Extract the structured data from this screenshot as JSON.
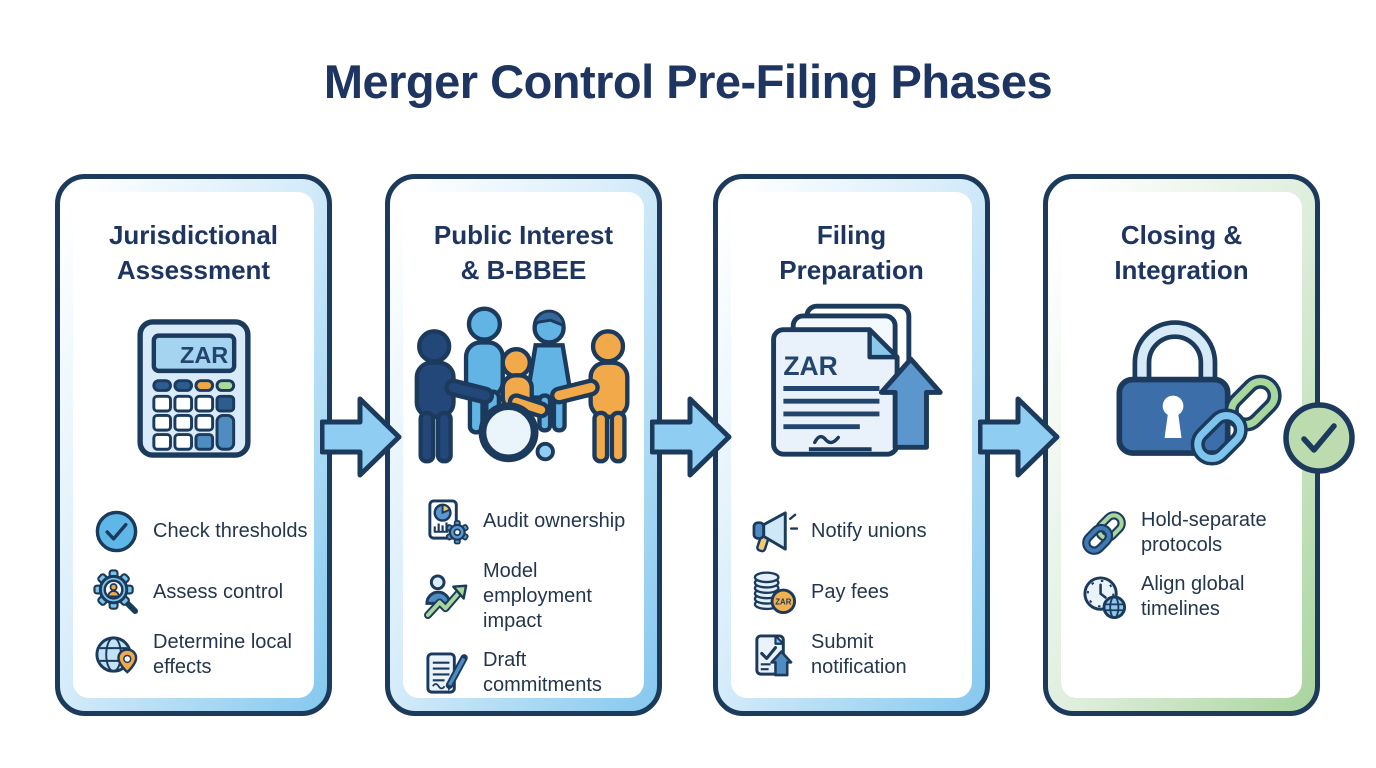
{
  "title": "Merger Control Pre-Filing Phases",
  "labels": {
    "calculator_display": "ZAR",
    "document_tag": "ZAR",
    "coin_tag": "ZAR"
  },
  "phases": [
    {
      "name": "Jurisdictional Assessment",
      "title_lines": [
        "Jurisdictional",
        "Assessment"
      ],
      "main_icon": "calculator-zar-icon",
      "items": [
        {
          "icon": "check-circle-icon",
          "label": "Check thresholds"
        },
        {
          "icon": "gear-magnifier-icon",
          "label": "Assess control"
        },
        {
          "icon": "globe-pin-icon",
          "label": "Determine local\neffects"
        }
      ]
    },
    {
      "name": "Public Interest & B-BBEE",
      "title_lines": [
        "Public Interest",
        "& B-BBEE"
      ],
      "main_icon": "diverse-people-icon",
      "items": [
        {
          "icon": "report-pie-gear-icon",
          "label": "Audit ownership"
        },
        {
          "icon": "person-growth-arrow-icon",
          "label": "Model employment\nimpact"
        },
        {
          "icon": "document-pen-icon",
          "label": "Draft\ncommitments"
        }
      ]
    },
    {
      "name": "Filing Preparation",
      "title_lines": [
        "Filing",
        "Preparation"
      ],
      "main_icon": "documents-upload-icon",
      "items": [
        {
          "icon": "megaphone-icon",
          "label": "Notify unions"
        },
        {
          "icon": "coins-zar-icon",
          "label": "Pay fees"
        },
        {
          "icon": "document-upload-small-icon",
          "label": "Submit\nnotification"
        }
      ]
    },
    {
      "name": "Closing & Integration",
      "title_lines": [
        "Closing &",
        "Integration"
      ],
      "main_icon": "padlock-chain-icon",
      "items": [
        {
          "icon": "chain-link-icon",
          "label": "Hold-separate\nprotocols"
        },
        {
          "icon": "clock-globe-icon",
          "label": "Align global\ntimelines"
        }
      ]
    }
  ],
  "colors": {
    "outline_navy": "#1b3a5c",
    "title_navy": "#1d3560",
    "label_text": "#24364e",
    "arrow_blue": "#8fcdf2",
    "card_gradient_blue": "#85c8ee",
    "card_gradient_green": "#a9d49d",
    "accent_orange": "#f2a94a",
    "accent_green": "#a9d69c",
    "check_badge_green": "#bcdcb0",
    "mid_blue": "#4f8cc2",
    "people_blue": "#62b4e4",
    "people_navy": "#24477a"
  }
}
